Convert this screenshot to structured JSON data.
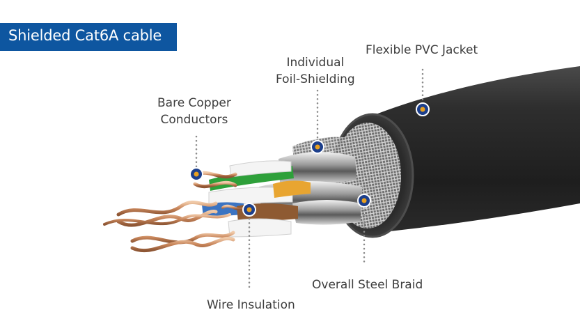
{
  "title": "Shielded Cat6A cable",
  "colors": {
    "banner": "#0e56a0",
    "label_text": "#3d3d3d",
    "marker_ring": "#1c3f8c",
    "marker_dot": "#e8a020",
    "jacket": "#262626",
    "copper": "#c8855a"
  },
  "callouts": [
    {
      "id": "flexible-pvc-jacket",
      "lines": [
        "Flexible PVC Jacket"
      ]
    },
    {
      "id": "individual-foil-shielding",
      "lines": [
        "Individual",
        "Foil-Shielding"
      ]
    },
    {
      "id": "bare-copper-conductors",
      "lines": [
        "Bare Copper",
        "Conductors"
      ]
    },
    {
      "id": "overall-steel-braid",
      "lines": [
        "Overall Steel Braid"
      ]
    },
    {
      "id": "wire-insulation",
      "lines": [
        "Wire Insulation"
      ]
    }
  ]
}
